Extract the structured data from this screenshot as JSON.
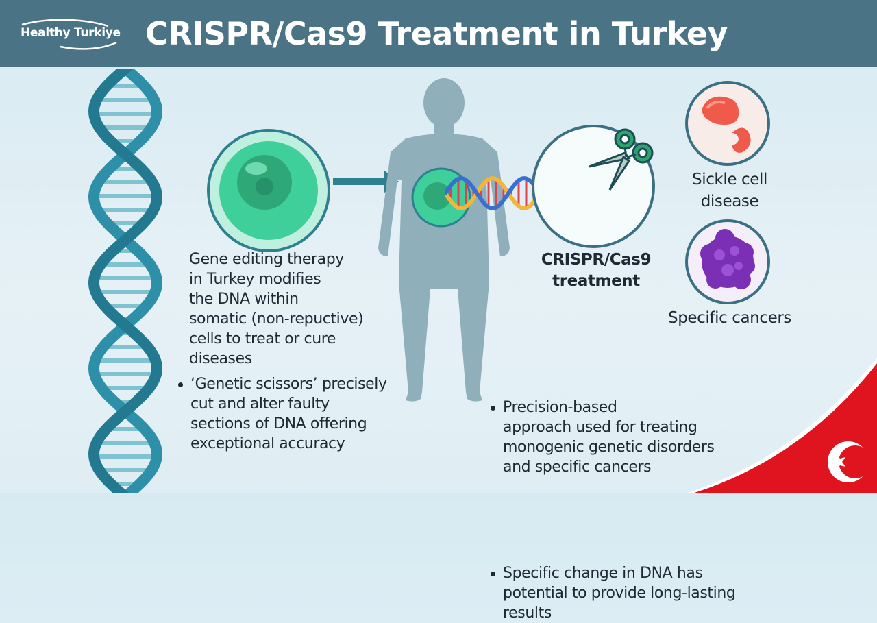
{
  "header": {
    "logo_text": "Healthy Turkiye",
    "title": "CRISPR/Cas9 Treatment in Turkey"
  },
  "left_text": {
    "intro_lines": [
      "Gene editing therapy",
      "in Turkey modifies",
      "the DNA within",
      "somatic (non-repuctive)",
      "cells to treat or cure",
      "diseases"
    ],
    "bullet_lines": [
      "‘Genetic scissors’ precisely",
      "cut and alter faulty",
      "sections of DNA offering",
      "exceptional accuracy"
    ]
  },
  "center": {
    "crispr_label_lines": [
      "CRISPR/Cas9",
      "treatment"
    ]
  },
  "right_text": {
    "bullet1_lines": [
      "Precision-based",
      "approach used for treating",
      "monogenic genetic disorders",
      "and specific cancers"
    ],
    "bullet2_lines": [
      "Specific change in DNA has",
      "potential to provide long-lasting",
      "results"
    ]
  },
  "diseases": {
    "sickle_lines": [
      "Sickle cell",
      "disease"
    ],
    "cancer_label": "Specific cancers"
  },
  "icons": {
    "logo": "healthy-turkiye-logo",
    "dna_helix": "dna-helix-icon",
    "cell": "cell-icon",
    "arrow": "arrow-right-icon",
    "human": "human-silhouette-icon",
    "scissors": "scissors-icon",
    "sickle_cell": "sickle-cell-icon",
    "cancer_cell": "cancer-cell-icon",
    "flag": "turkish-flag-icon"
  },
  "colors": {
    "header": "#4a7385",
    "dna_blue": "#2d8fa8",
    "cell_green": "#3ecf9a",
    "body_gray": "#8fb0ba",
    "sickle_red": "#ef5a4a",
    "cancer_purple": "#7b2fb5",
    "flag_red": "#e0141e"
  }
}
